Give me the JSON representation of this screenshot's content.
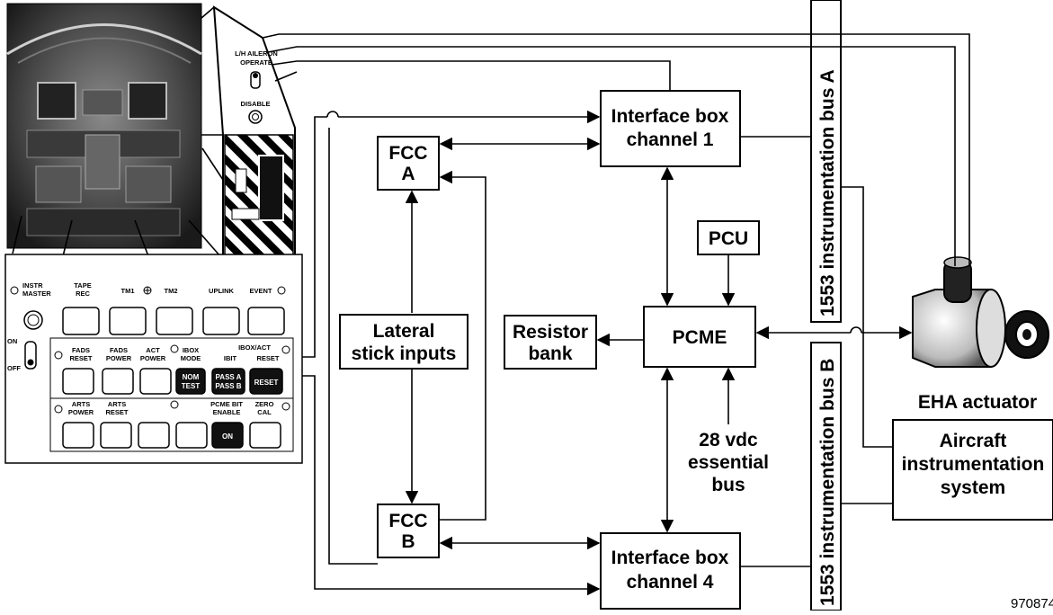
{
  "boxes": {
    "fcc_a": [
      "FCC",
      "A"
    ],
    "fcc_b": [
      "FCC",
      "B"
    ],
    "interface_1": [
      "Interface box",
      "channel 1"
    ],
    "interface_4": [
      "Interface box",
      "channel 4"
    ],
    "pcu": "PCU",
    "pcme": "PCME",
    "resistor_bank": [
      "Resistor",
      "bank"
    ],
    "lateral_stick": [
      "Lateral",
      "stick inputs"
    ],
    "aircraft_instr": [
      "Aircraft",
      "instrumentation",
      "system"
    ]
  },
  "labels": {
    "bus_a": "1553 instrumentation bus A",
    "bus_b": "1553 instrumentation bus B",
    "vdc": [
      "28 vdc",
      "essential",
      "bus"
    ],
    "eha": "EHA actuator",
    "figure_number": "970874"
  },
  "aileron_panel": {
    "title": [
      "L/H AILERON",
      "OPERATE"
    ],
    "disable": "DISABLE"
  },
  "control_panel": {
    "row1_labels": [
      "INSTR MASTER",
      "TAPE REC",
      "TM1",
      "TM2",
      "UPLINK",
      "EVENT"
    ],
    "row1_split": [
      [
        "INSTR",
        "MASTER"
      ],
      [
        "TAPE",
        "REC"
      ],
      [
        "TM1"
      ],
      [
        "TM2"
      ],
      [
        "UPLINK"
      ],
      [
        "EVENT"
      ]
    ],
    "switch_on": "ON",
    "switch_off": "OFF",
    "row2_labels": [
      [
        "FADS",
        "RESET"
      ],
      [
        "FADS",
        "POWER"
      ],
      [
        "ACT",
        "POWER"
      ],
      [
        "IBOX",
        "MODE"
      ],
      [
        "IBIT"
      ],
      [
        "RESET"
      ]
    ],
    "ibox_act_label": "IBOX/ACT",
    "row2_buttons": [
      "",
      "",
      "",
      "NOM\nTEST",
      "PASS A\nPASS B",
      "RESET"
    ],
    "row2_btn_nom": [
      "NOM",
      "TEST"
    ],
    "row2_btn_pass": [
      "PASS A",
      "PASS B"
    ],
    "row2_btn_reset": "RESET",
    "row3_labels": [
      [
        "ARTS",
        "POWER"
      ],
      [
        "ARTS",
        "RESET"
      ],
      [
        "PCME BIT",
        "ENABLE"
      ],
      [
        "ZERO",
        "CAL"
      ]
    ],
    "row3_btn_on": "ON"
  }
}
